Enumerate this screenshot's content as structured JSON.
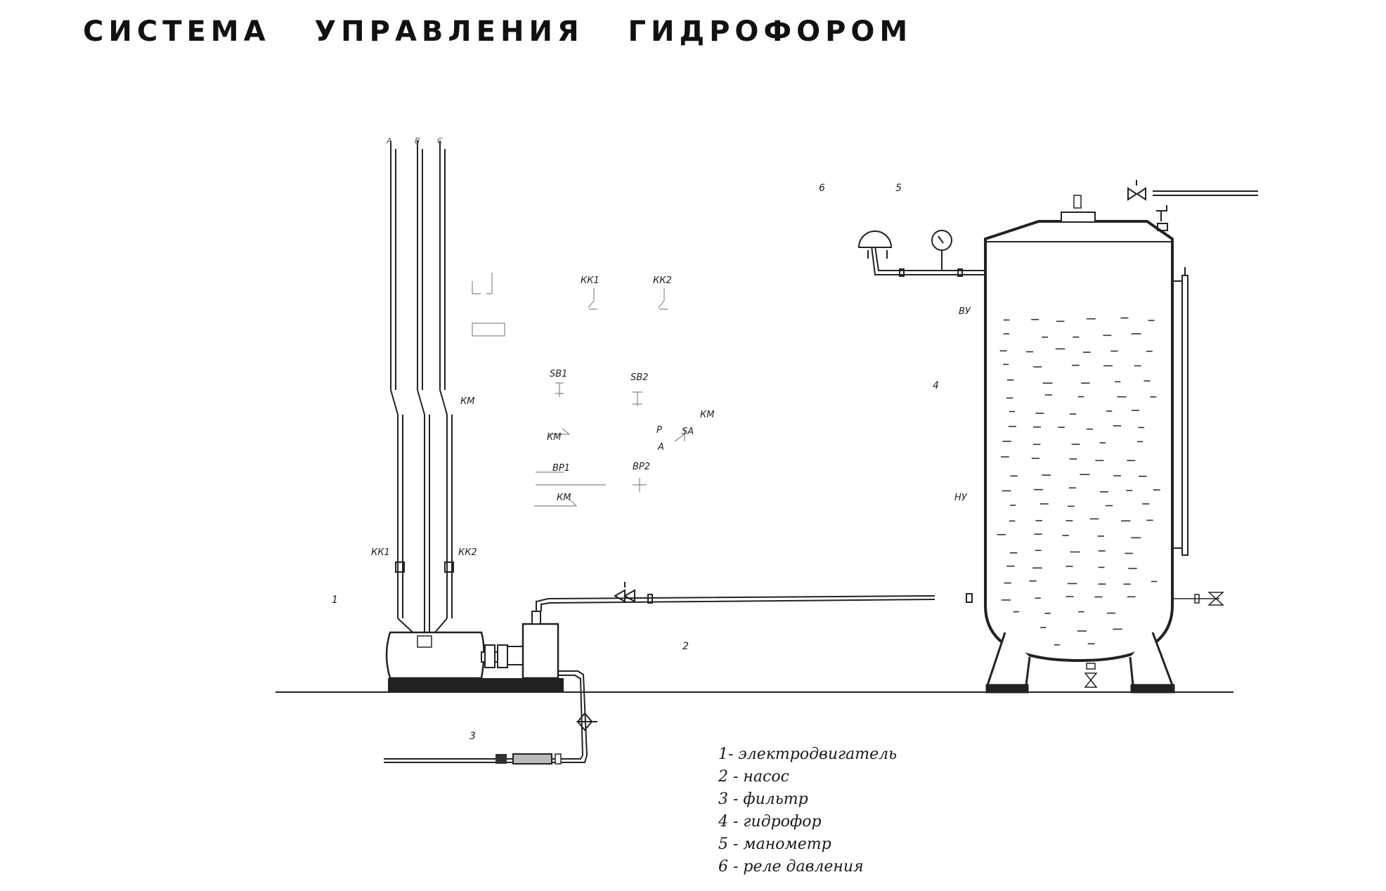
{
  "title": "СИСТЕМА   УПРАВЛЕНИЯ   ГИДРОФОРОМ",
  "phase_labels": [
    "А",
    "В",
    "С"
  ],
  "circuit_labels": {
    "km": "КМ",
    "kk1": "КК1",
    "kk2": "КК2",
    "sb1": "SB1",
    "sb2": "SB2",
    "km_coil": "КМ",
    "km_contact": "КМ",
    "km_contact2": "КМ",
    "bp1": "ВР1",
    "bp2": "ВР2",
    "sa": "SA",
    "p": "Р",
    "a": "А",
    "kk1_top": "КК1",
    "kk2_top": "КК2"
  },
  "tank_labels": {
    "upper": "ВУ",
    "lower": "НУ"
  },
  "numbers": {
    "motor": "1",
    "pump": "2",
    "filter": "3",
    "hydrophore": "4",
    "manometer": "5",
    "relay": "6"
  },
  "legend": [
    "1- электродвигатель",
    "2 - насос",
    "3 - фильтр",
    "4 - гидрофор",
    "5 - манометр",
    "6 - реле  давления"
  ]
}
